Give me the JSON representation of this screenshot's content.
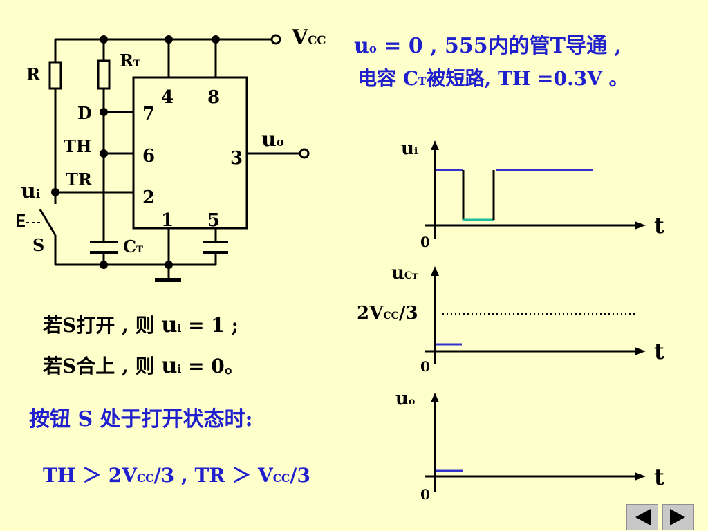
{
  "circuit": {
    "vcc": "V",
    "vcc_sub": "CC",
    "r_label": "R",
    "rt_label": "R",
    "rt_sub": "T",
    "ct_label": "C",
    "ct_sub": "T",
    "d_label": "D",
    "th_label": "TH",
    "tr_label": "TR",
    "ui_label": "u",
    "ui_sub": "i",
    "s_label": "S",
    "e_label": "E",
    "uo_label": "u",
    "uo_sub": "o",
    "pins": {
      "p4": "4",
      "p8": "8",
      "p7": "7",
      "p6": "6",
      "p3": "3",
      "p2": "2",
      "p1": "1",
      "p5": "5"
    }
  },
  "statement": {
    "line1_a": "u",
    "line1_sub": "o",
    "line1_b": " = 0 , 555内的管T导通 ,",
    "line2_a": "电容 C",
    "line2_sub": "T",
    "line2_b": "被短路, TH =0.3V 。"
  },
  "conditions": {
    "open_a": "若S打开 , 则 ",
    "open_u": "u",
    "open_sub": "i",
    "open_b": " = 1 ;",
    "closed_a": "若S合上 , 则 ",
    "closed_u": "u",
    "closed_sub": "i",
    "closed_b": " = 0。"
  },
  "button_state": "按钮 S 处于打开状态时:",
  "threshold": {
    "a": "TH ＞ 2V",
    "sub1": "CC",
    "b": "/3 , TR ＞ V",
    "sub2": "CC",
    "c": "/3"
  },
  "waveforms": {
    "ui_label": "u",
    "ui_sub": "i",
    "uct_label": "u",
    "uct_sub": "C",
    "uct_sub2": "T",
    "level_label": "2V",
    "level_sub": "CC",
    "level_tail": "/3",
    "uo_label": "u",
    "uo_sub": "o",
    "t_label": "t",
    "zero": "0"
  },
  "colors": {
    "background": "#FFFFCC",
    "accent_blue": "#1F1FCC",
    "wave_blue": "#3333CC",
    "wave_teal": "#22BB99"
  },
  "nav": {
    "prev_icon": "left-triangle-icon",
    "next_icon": "right-triangle-icon"
  }
}
